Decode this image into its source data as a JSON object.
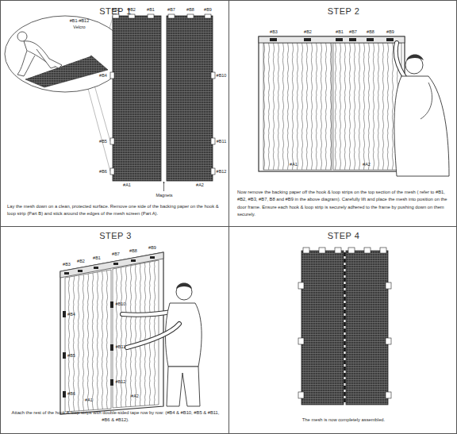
{
  "diagram": {
    "nodes": [
      {
        "text": [
          "STEP 1",
          "Lay the mesh down on a clean, protected surface. Remove one side of the backing paper on the hook & loop strip (Part B) and stick around the edges of the mesh screen (Part A)."
        ]
      },
      {
        "text": [
          "STEP 2",
          "Now remove the backing paper off the hook & loop strips on the top section of the mesh ( refer to #B1, #B2, #B3, #B7, B8 and #B9 in the above diagram). Carefully lift and place the mesh into position on the door frame. Ensure each hook & loop strip is securely adhered to the frame by pushing down on them securely."
        ]
      },
      {
        "text": [
          "STEP 3",
          "Attach the rest of the hook & loop strips with double-sided tape row by row: (#B4 & #B10, #B5 & #B11, #B6 & #B12)."
        ]
      },
      {
        "text": [
          "STEP 4",
          "The mesh is now completely assembled."
        ]
      }
    ],
    "labels": [
      "#B1-#B12",
      "Velcro",
      "#B3",
      "#B2",
      "#B1",
      "#B7",
      "#B8",
      "#B9",
      "#B4",
      "#B5",
      "#B6",
      "#B10",
      "#B11",
      "#B12",
      "#A1",
      "#A2",
      "Magnets",
      "#B3",
      "#B2",
      "#B1",
      "#B7",
      "#B8",
      "#B9",
      "#A1",
      "#A2",
      "#B3",
      "#B2",
      "#B1",
      "#B7",
      "#B8",
      "#B9",
      "#B4",
      "#B10",
      "#B5",
      "#B11",
      "#B6",
      "#B12",
      "#A1",
      "#A2"
    ]
  }
}
